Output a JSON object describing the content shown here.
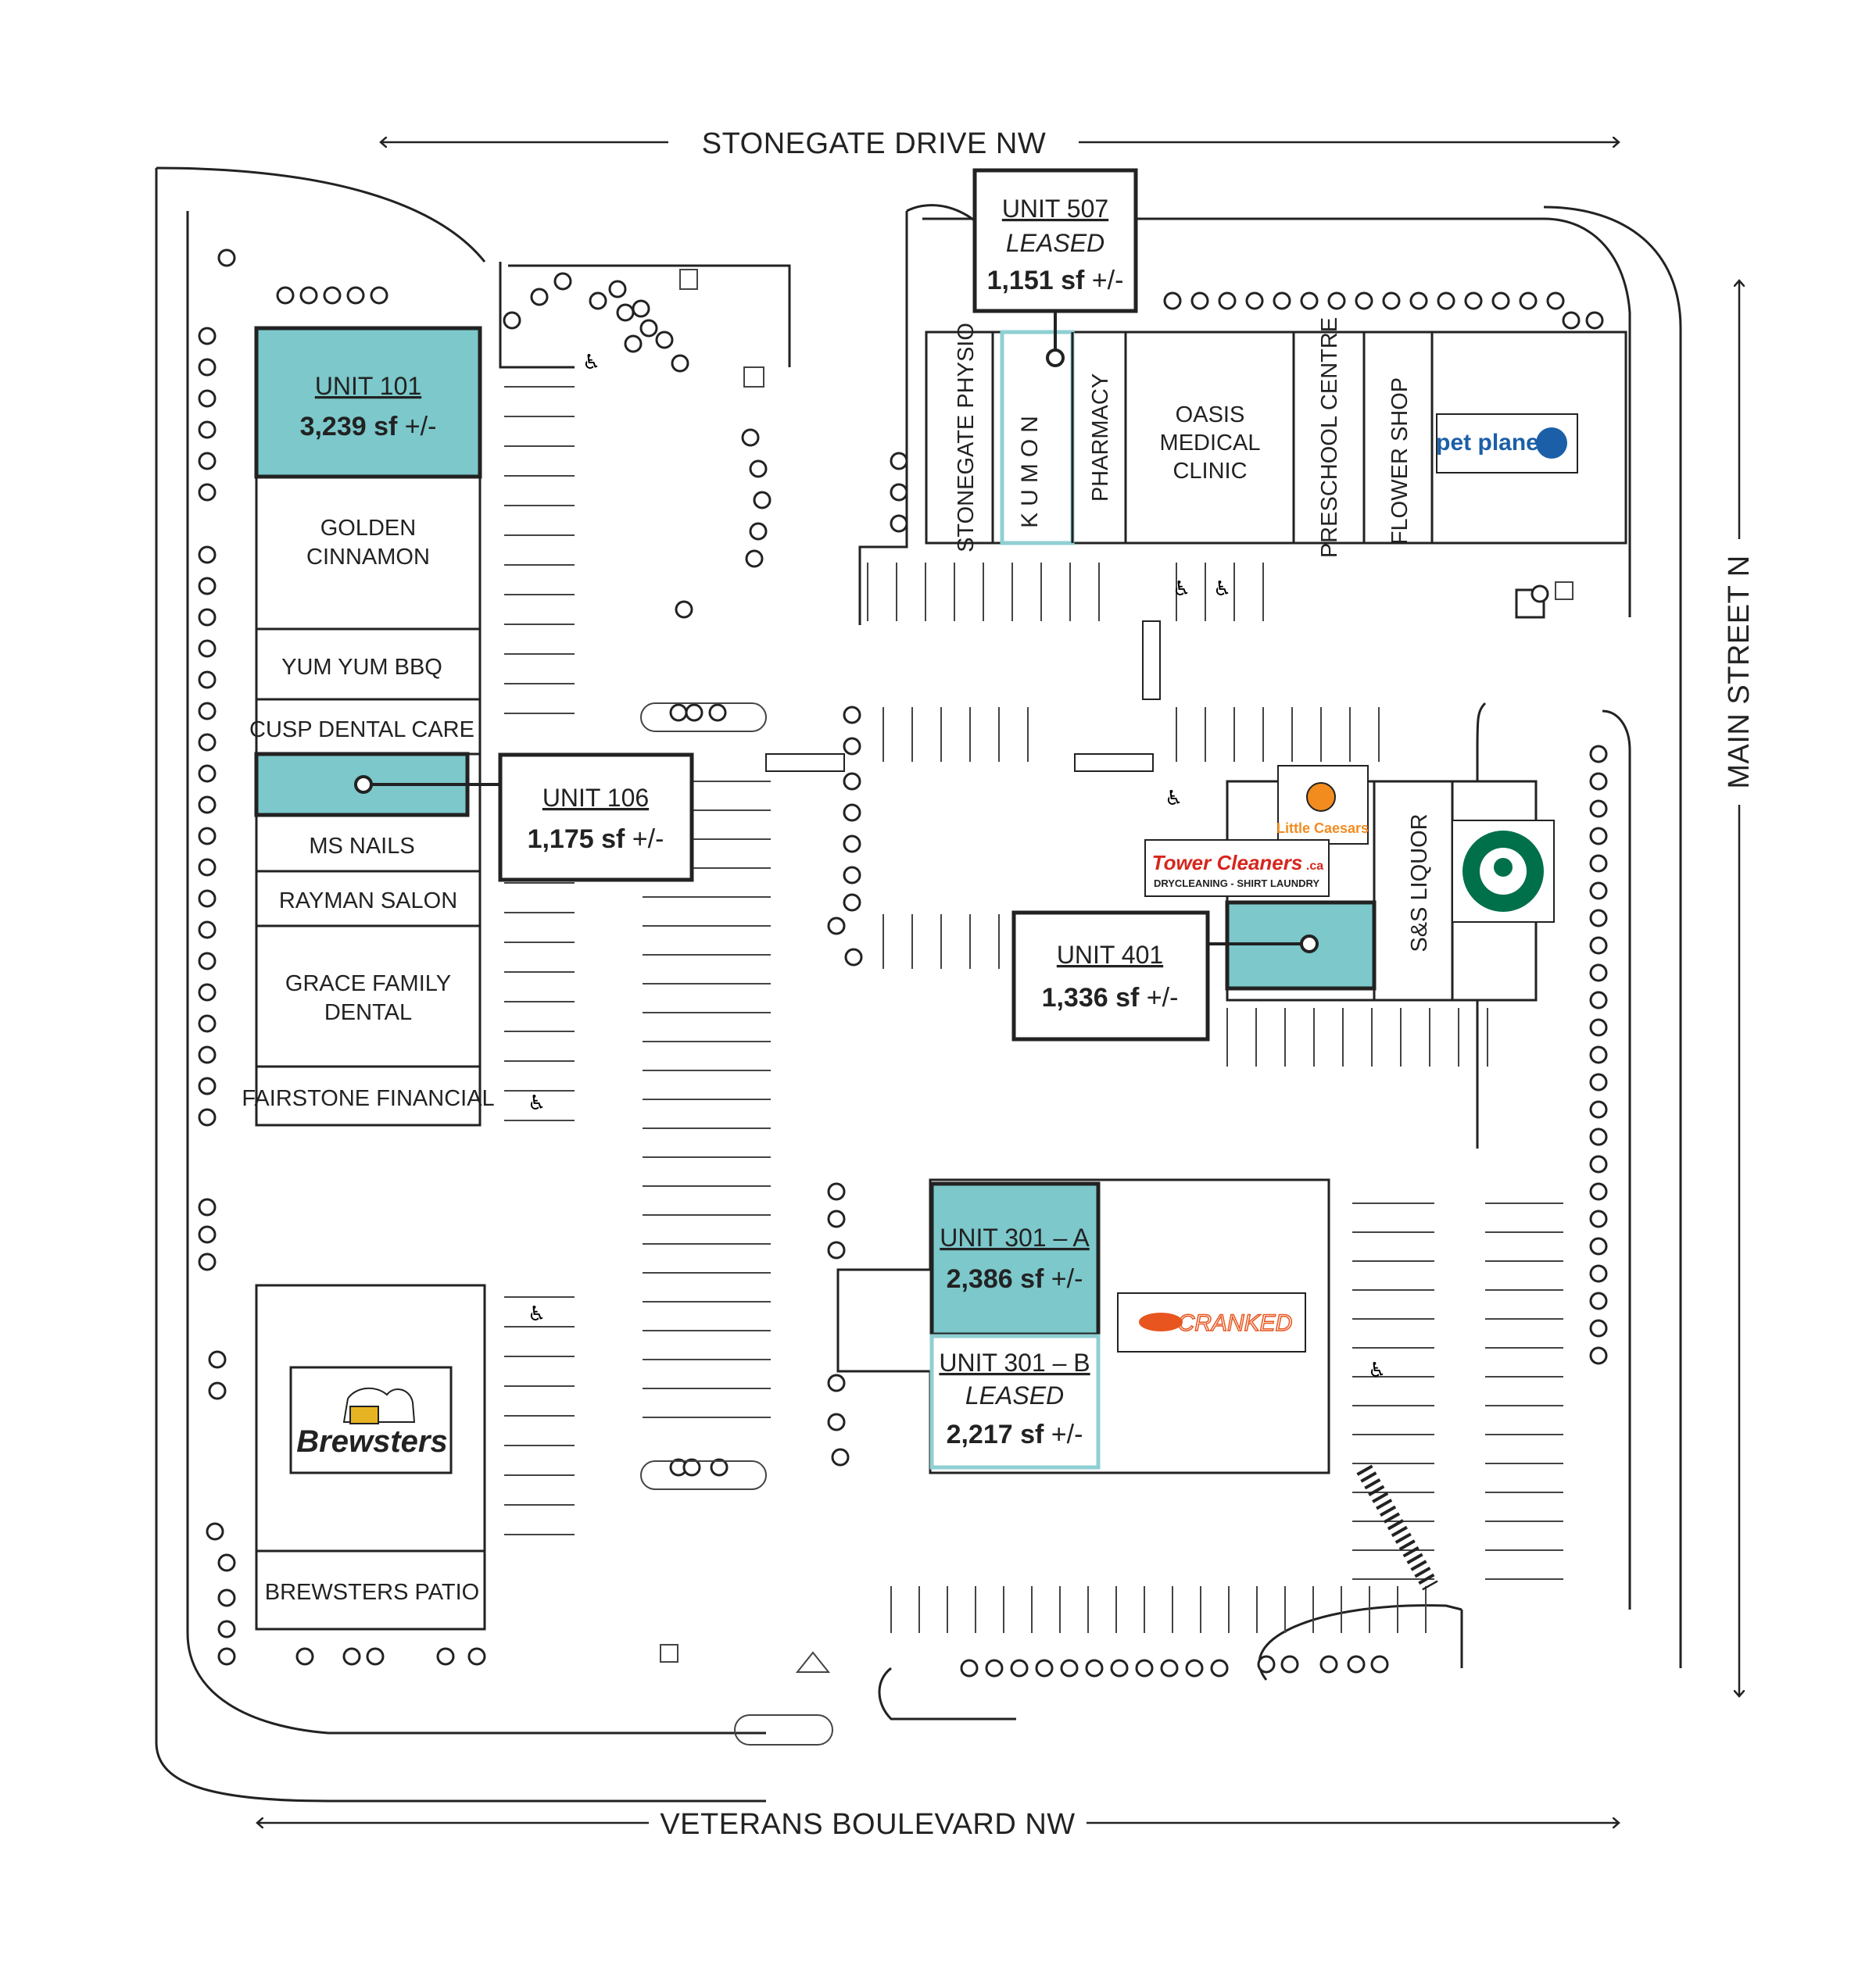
{
  "roads": {
    "north": "STONEGATE DRIVE NW",
    "south": "VETERANS BOULEVARD NW",
    "east": "MAIN STREET N"
  },
  "units": {
    "u101": {
      "label": "UNIT 101",
      "size": "3,239 sf",
      "suffix": "+/-"
    },
    "u106": {
      "label": "UNIT 106",
      "size": "1,175 sf",
      "suffix": "+/-"
    },
    "u507": {
      "label": "UNIT 507",
      "status": "LEASED",
      "size": "1,151 sf",
      "suffix": "+/-"
    },
    "u401": {
      "label": "UNIT 401",
      "size": "1,336 sf",
      "suffix": "+/-"
    },
    "u301a": {
      "label": "UNIT 301 – A",
      "size": "2,386 sf",
      "suffix": "+/-"
    },
    "u301b": {
      "label": "UNIT 301 – B",
      "status": "LEASED",
      "size": "2,217 sf",
      "suffix": "+/-"
    }
  },
  "tenants": {
    "golden_cinnamon": [
      "GOLDEN",
      "CINNAMON"
    ],
    "yum_yum_bbq": "YUM YUM BBQ",
    "cusp_dental": "CUSP DENTAL CARE",
    "ms_nails": "MS NAILS",
    "rayman_salon": "RAYMAN SALON",
    "grace_family_dental": [
      "GRACE FAMILY",
      "DENTAL"
    ],
    "fairstone_financial": "FAIRSTONE FINANCIAL",
    "brewsters_patio": "BREWSTERS PATIO",
    "stonegate_physio": "STONEGATE PHYSIO",
    "kumon": "KUMON",
    "pharmacy": "PHARMACY",
    "oasis": [
      "OASIS",
      "MEDICAL",
      "CLINIC"
    ],
    "preschool_centre": "PRESCHOOL CENTRE",
    "flower_shop": "FLOWER SHOP",
    "ss_liquor": "S&S LIQUOR"
  },
  "logos": {
    "pet_planet": "pet planet",
    "little_caesars": "Little Caesars",
    "tower_cleaners": "Tower Cleaners",
    "tower_cleaners_domain": ".ca",
    "tower_cleaners_tagline": "DRYCLEANING - SHIRT LAUNDRY",
    "brewsters": "Brewsters",
    "cranked": "CRANKED"
  },
  "colors": {
    "available_unit": "#7cc8cb",
    "leased_outline": "#8fcfd3",
    "tower_cleaners": "#d7261e",
    "cranked": "#e8551f",
    "starbucks": "#00704a",
    "pet_planet": "#1b5fa8"
  }
}
